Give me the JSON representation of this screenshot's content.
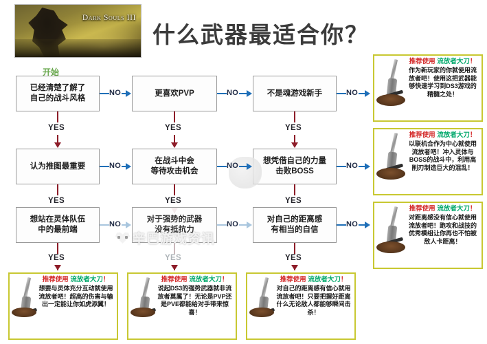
{
  "header": {
    "banner_logo": "Dark Souls III",
    "title": "什么武器最适合你？"
  },
  "flow": {
    "start_label": "开始",
    "yes_label": "YES",
    "no_label": "NO",
    "questions": [
      {
        "id": "q1",
        "text": "已经清楚了解了\n自己的战斗风格"
      },
      {
        "id": "q2",
        "text": "更喜欢PVP"
      },
      {
        "id": "q3",
        "text": "不是魂游戏新手"
      },
      {
        "id": "q4",
        "text": "认为推图最重要"
      },
      {
        "id": "q5",
        "text": "在战斗中会\n等待攻击机会"
      },
      {
        "id": "q6",
        "text": "想凭借自己的力量\n击败BOSS"
      },
      {
        "id": "q7",
        "text": "想站在灵体队伍\n中的最前端"
      },
      {
        "id": "q8",
        "text": "对于强势的武器\n没有抵抗力"
      },
      {
        "id": "q9",
        "text": "对自己的距离感\n有相当的自信"
      }
    ]
  },
  "results": [
    {
      "id": "r1",
      "heading_prefix": "推荐使用",
      "heading_weapon": "流放者大刀",
      "heading_suffix": "！",
      "body": "作为新玩家的你就使用流放者吧！使用这把武器能够快速学习到DS3游戏的精髓之处！"
    },
    {
      "id": "r2",
      "heading_prefix": "推荐使用",
      "heading_weapon": "流放者大刀",
      "heading_suffix": "！",
      "body": "以联机合作为中心就使用流放者吧！冲入灵体与BOSS的战斗中，利用高削刃制造巨大的混乱！"
    },
    {
      "id": "r3",
      "heading_prefix": "推荐使用",
      "heading_weapon": "流放者大刀",
      "heading_suffix": "！",
      "body": "对距离感没有信心就使用流放者吧！跑攻和战技的优秀模组让你再也不怕被敌人卡距离！"
    },
    {
      "id": "r4",
      "heading_prefix": "推荐使用",
      "heading_weapon": "流放者大刀",
      "heading_suffix": "！",
      "body": "想要与灵体充分互动就使用流放者吧！超高的伤害与输出一定能让你如虎添翼！"
    },
    {
      "id": "r5",
      "heading_prefix": "推荐使用",
      "heading_weapon": "流放者大刀",
      "heading_suffix": "！",
      "body": "说起DS3的强势武器就非流放者莫属了！无论是PVP还是PVE都能给对手带来惊喜！"
    },
    {
      "id": "r6",
      "heading_prefix": "推荐使用",
      "heading_weapon": "流放者大刀",
      "heading_suffix": "！",
      "body": "对自己的距离感有信心就用流放者吧！只要把握好距离什么无论敌人都能够瞬间击杀！"
    }
  ],
  "watermark": {
    "text": "辛巴游戏资讯"
  },
  "colors": {
    "title": "#3b3b3b",
    "start": "#6aa84f",
    "no_arrow": "#1f6fb8",
    "yes_arrow": "#8d1c28",
    "card_border": "#c8c832",
    "heading_red": "#d42a2a",
    "heading_green": "#00a86b"
  }
}
